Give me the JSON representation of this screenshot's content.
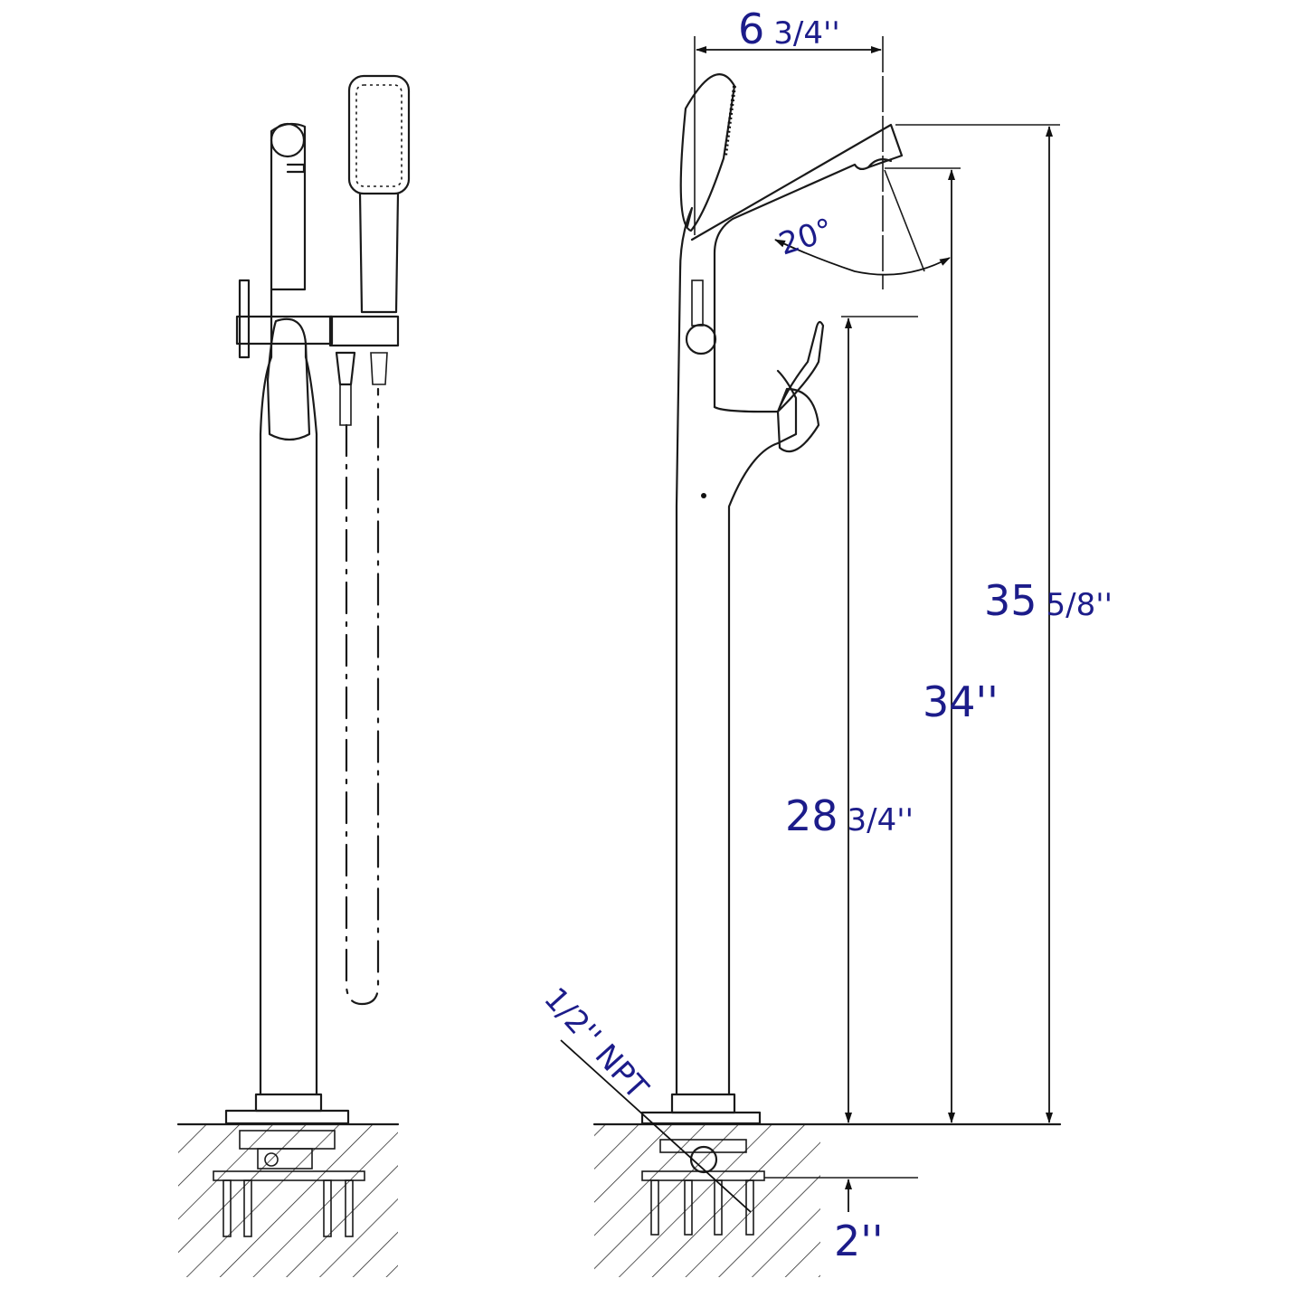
{
  "dimensions": {
    "spout_reach": {
      "whole": "6",
      "fraction": "3/4''"
    },
    "overall_height": {
      "whole": "35",
      "fraction": "5/8''"
    },
    "spout_outlet_height": {
      "whole": "34''"
    },
    "handle_height": {
      "whole": "28",
      "fraction": "3/4''"
    },
    "below_floor_depth": {
      "whole": "2''"
    },
    "spout_angle": "20°",
    "supply_connection": "1/2'' NPT"
  },
  "colors": {
    "label": "#1c1c8a",
    "line": "#1a1a1a"
  }
}
